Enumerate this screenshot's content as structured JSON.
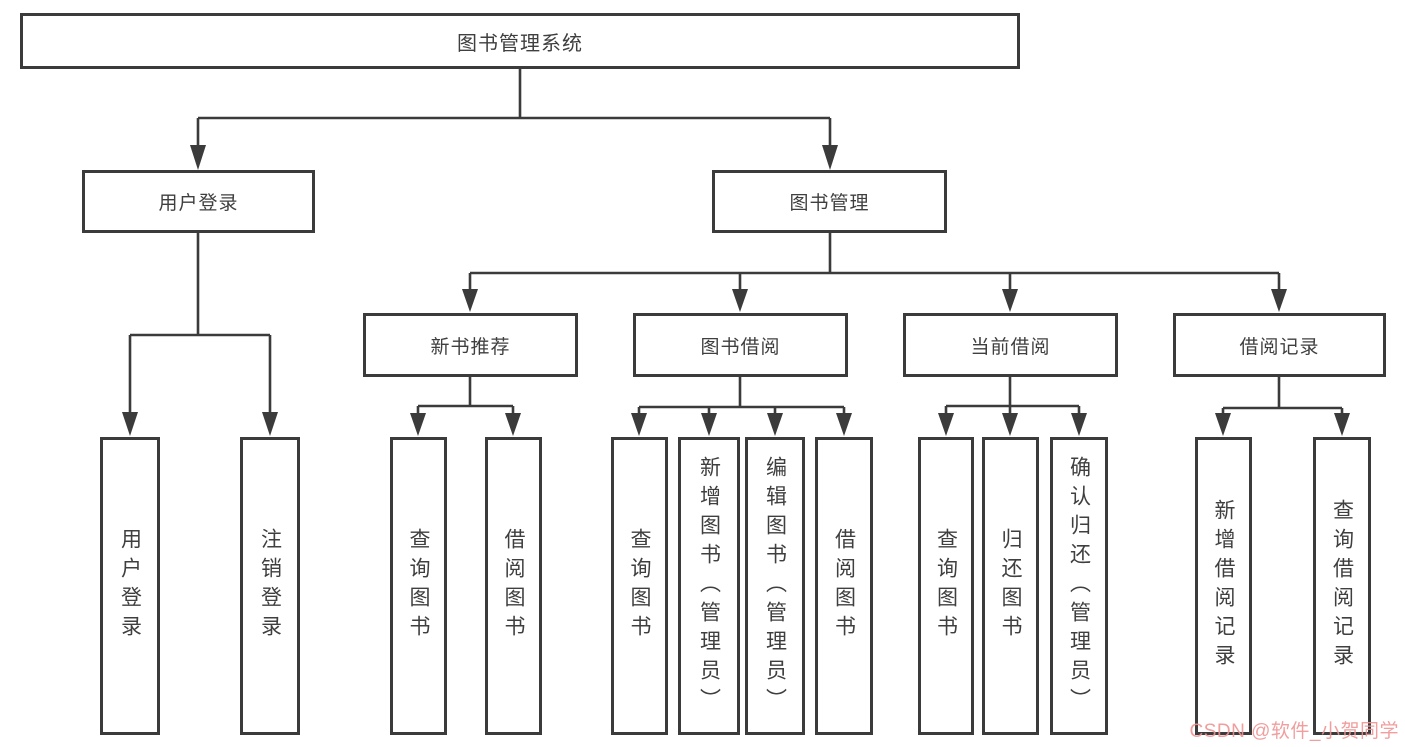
{
  "colors": {
    "line": "#3b3b3b",
    "box_border": "#3b3b3b",
    "text": "#3f3f3f",
    "watermark": "#ee9494",
    "background": "#ffffff"
  },
  "watermark": {
    "text": "CSDN @软件_小贺同学"
  },
  "tree": {
    "root": {
      "label": "图书管理系统",
      "children": [
        {
          "label": "用户登录",
          "children": [
            {
              "label": "用户登录"
            },
            {
              "label": "注销登录"
            }
          ]
        },
        {
          "label": "图书管理",
          "children": [
            {
              "label": "新书推荐",
              "children": [
                {
                  "label": "查询图书"
                },
                {
                  "label": "借阅图书"
                }
              ]
            },
            {
              "label": "图书借阅",
              "children": [
                {
                  "label": "查询图书"
                },
                {
                  "label": "新增图书（管理员）"
                },
                {
                  "label": "编辑图书（管理员）"
                },
                {
                  "label": "借阅图书"
                }
              ]
            },
            {
              "label": "当前借阅",
              "children": [
                {
                  "label": "查询图书"
                },
                {
                  "label": "归还图书"
                },
                {
                  "label": "确认归还（管理员）"
                }
              ]
            },
            {
              "label": "借阅记录",
              "children": [
                {
                  "label": "新增借阅记录"
                },
                {
                  "label": "查询借阅记录"
                }
              ]
            }
          ]
        }
      ]
    }
  }
}
